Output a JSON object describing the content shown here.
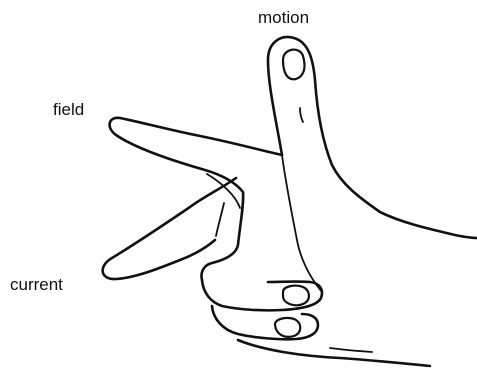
{
  "diagram": {
    "labels": {
      "motion": "motion",
      "field": "field",
      "current": "current"
    },
    "colors": {
      "ink": "#111111",
      "background": "#ffffff"
    }
  }
}
